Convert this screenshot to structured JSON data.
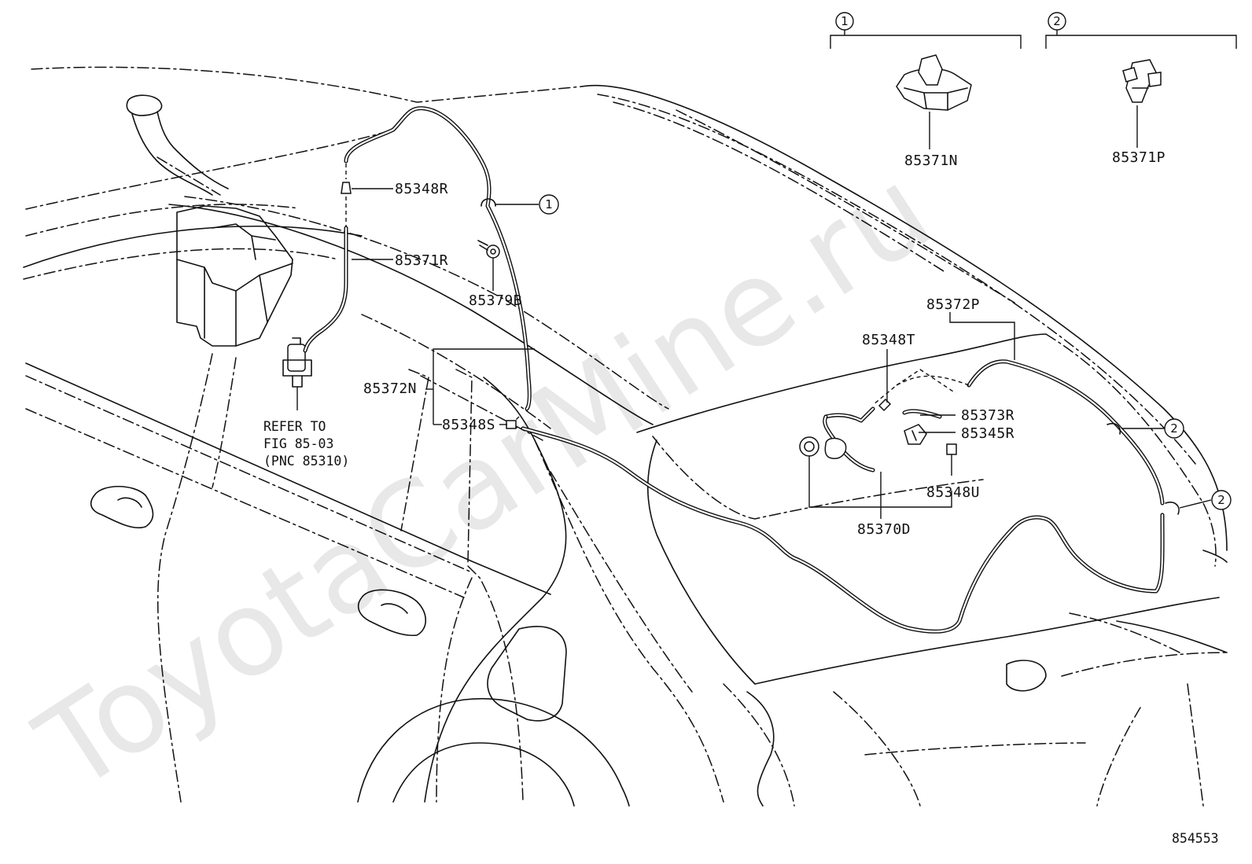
{
  "diagram": {
    "watermark": "ToyotaCarMine.ru",
    "figure_id": "854553",
    "legend": [
      {
        "key": "1",
        "part": "85371N"
      },
      {
        "key": "2",
        "part": "85371P"
      }
    ],
    "callouts": {
      "c_85348R": "85348R",
      "c_85371R": "85371R",
      "c_85379B": "85379B",
      "c_85372N": "85372N",
      "c_85348S": "85348S",
      "c_85372P": "85372P",
      "c_85348T": "85348T",
      "c_85373R": "85373R",
      "c_85345R": "85345R",
      "c_85348U": "85348U",
      "c_85370D": "85370D",
      "c_85371N": "85371N",
      "c_85371P": "85371P"
    },
    "markers": {
      "one": "1",
      "two": "2"
    },
    "reference_note": {
      "line1": "REFER TO",
      "line2": "FIG 85-03",
      "line3": "(PNC 85310)"
    }
  }
}
